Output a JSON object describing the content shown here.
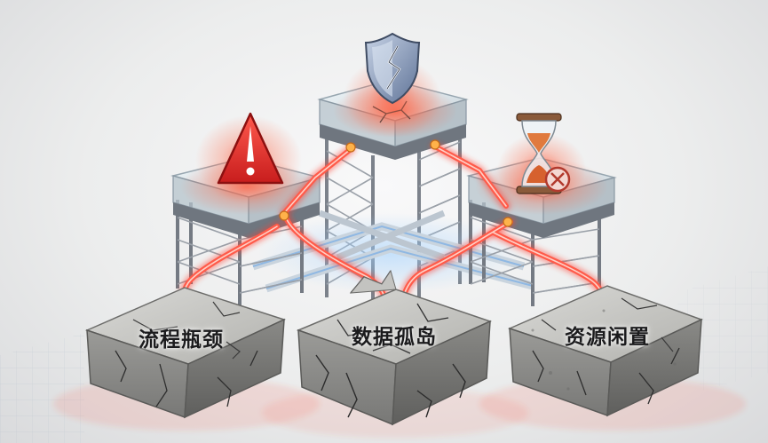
{
  "labels": {
    "bottleneck": "流程瓶颈",
    "data_silo": "数据孤岛",
    "resource_idle": "资源闲置"
  },
  "icons": {
    "alert": "warning-triangle-icon",
    "security": "cracked-shield-icon",
    "time": "hourglass-stop-icon"
  },
  "colors": {
    "alert_red": "#e53935",
    "pipe_glow": "#ff4a3a",
    "shield_blue": "#7f93b4",
    "steel": "#8a9099",
    "concrete": "#a7a7a5"
  }
}
